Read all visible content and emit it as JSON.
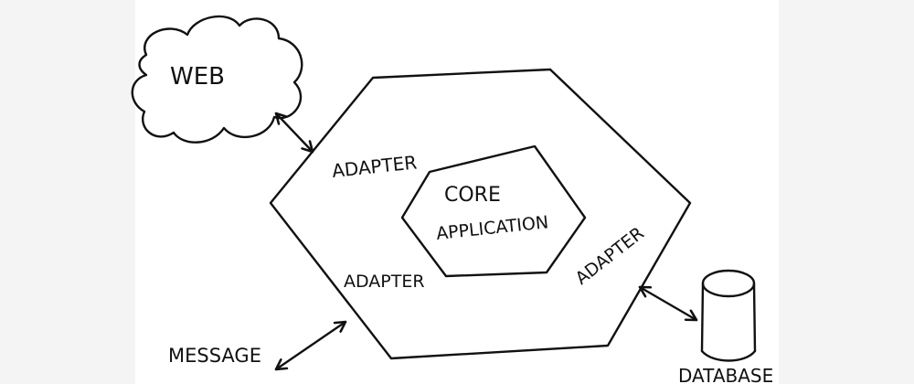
{
  "nodes": {
    "web": {
      "label": "WEB"
    },
    "core": {
      "line1": "CORE",
      "line2": "APPLICATION"
    },
    "adapter_top": {
      "label": "ADAPTER"
    },
    "adapter_left": {
      "label": "ADAPTER"
    },
    "adapter_right": {
      "label": "ADAPTER"
    },
    "message": {
      "label": "MESSAGE"
    },
    "database": {
      "label": "DATABASE"
    }
  },
  "edges": [
    {
      "from": "web",
      "to": "hexagon",
      "direction": "both"
    },
    {
      "from": "message",
      "to": "hexagon",
      "direction": "both"
    },
    {
      "from": "database",
      "to": "hexagon",
      "direction": "both"
    }
  ],
  "colors": {
    "ink": "#111111",
    "paper": "#ffffff",
    "margin": "#f4f4f4"
  }
}
